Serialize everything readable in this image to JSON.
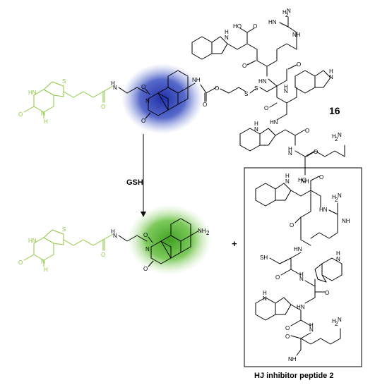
{
  "reagent": "GSH",
  "compound_number": "16",
  "plus_sign": "+",
  "box_caption": "HJ inhibitor peptide 2",
  "colors": {
    "biotin": "#8cc63f",
    "glow_blue": "#2a3fb0",
    "glow_green": "#4fb02a",
    "bond": "#000000"
  },
  "atoms": {
    "O": "O",
    "N": "N",
    "NH": "NH",
    "HN": "HN",
    "S": "S",
    "H": "H",
    "HO": "HO",
    "NH2": "NH",
    "H2N": "H",
    "sub2": "2",
    "SH": "SH",
    "NH_IMINE": "NH"
  }
}
